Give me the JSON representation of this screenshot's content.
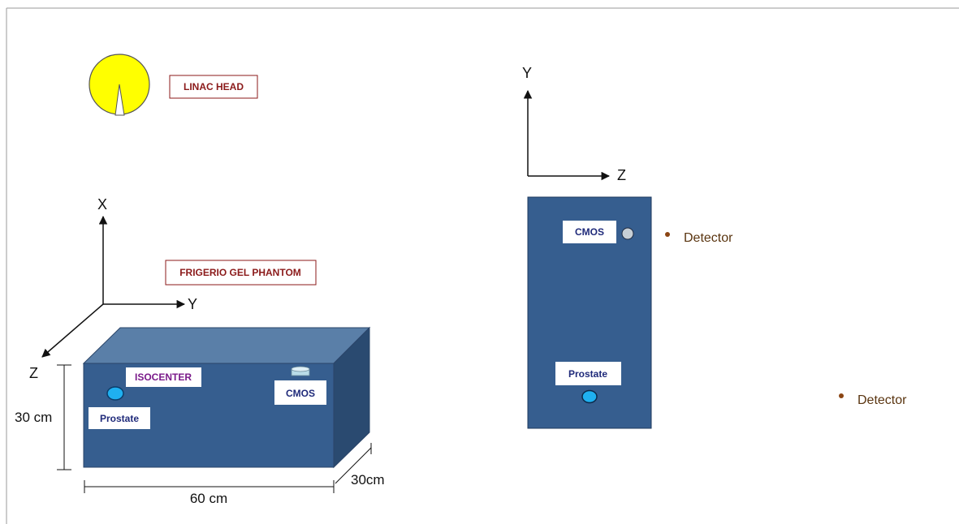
{
  "labels": {
    "linac_head": "LINAC HEAD",
    "phantom": "FRIGERIO GEL PHANTOM",
    "isocenter": "ISOCENTER",
    "prostate": "Prostate",
    "cmos": "CMOS",
    "detector": "Detector"
  },
  "axes_3d": {
    "x": "X",
    "y": "Y",
    "z": "Z"
  },
  "axes_2d": {
    "y": "Y",
    "z": "Z"
  },
  "dimensions": {
    "height": "30 cm",
    "length": "60 cm",
    "depth": "30cm"
  },
  "colors": {
    "phantom_front": "#365e8f",
    "phantom_top": "#5a7fa8",
    "phantom_side": "#2a4a70",
    "linac": "#ffff00",
    "sphere": "#1fb0f0",
    "label_red": "#8b1a1a",
    "label_blue": "#1f2a7a",
    "label_purple": "#7a1a8a",
    "detector": "#5a3510"
  }
}
